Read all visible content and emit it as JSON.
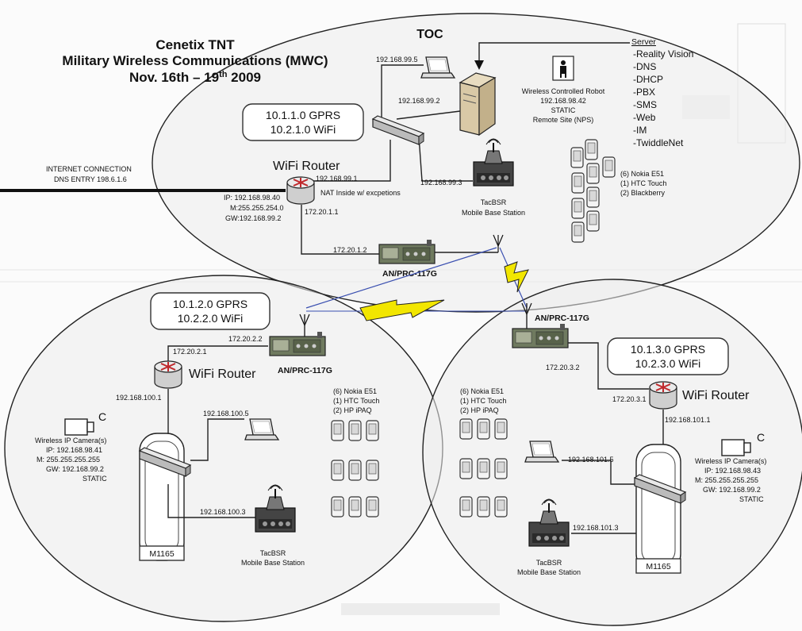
{
  "title": {
    "line1": "Cenetix TNT",
    "line2": "Military Wireless Communications (MWC)",
    "line3_prefix": "Nov. 16th – 19",
    "line3_sup": "th",
    "line3_suffix": " 2009"
  },
  "toc": {
    "label": "TOC",
    "subnet_gprs": "10.1.1.0 GPRS",
    "subnet_wifi": "10.2.1.0 WiFi",
    "laptop_ip": "192.168.99.5",
    "switch_ip": "192.168.99.2",
    "router_ip": "192.168.99.1",
    "tacbsr_ip": "192.168.99.3",
    "router_label": "WiFi Router",
    "router_details": [
      "IP: 192.168.98.40",
      "M:255.255.254.0",
      "GW:192.168.99.2"
    ],
    "nat": "NAT Inside w/ excpetions",
    "router_radio_ip": "172.20.1.1",
    "radio_ip": "172.20.1.2",
    "radio_label": "AN/PRC-117G",
    "tacbsr_label": [
      "TacBSR",
      "Mobile Base Station"
    ],
    "robot": [
      "Wireless Controlled Robot",
      "192.168.98.42",
      "STATIC",
      "Remote Site (NPS)"
    ],
    "phones": [
      "(6) Nokia E51",
      "(1) HTC Touch",
      "(2) Blackberry"
    ]
  },
  "internet": [
    "INTERNET CONNECTION",
    "DNS ENTRY 198.6.1.6"
  ],
  "server": {
    "heading": "Server",
    "items": [
      "-Reality Vision",
      "-DNS",
      "-DHCP",
      "-PBX",
      "-SMS",
      "-Web",
      "-IM",
      "-TwiddleNet"
    ]
  },
  "left": {
    "subnet_gprs": "10.1.2.0 GPRS",
    "subnet_wifi": "10.2.2.0 WiFi",
    "radio_ip_a": "172.20.2.2",
    "radio_ip_b": "172.20.2.1",
    "radio_label": "AN/PRC-117G",
    "router_label": "WiFi Router",
    "router_lan_ip": "192.168.100.1",
    "laptop_ip": "192.168.100.5",
    "tacbsr_ip": "192.168.100.3",
    "camera": [
      "Wireless IP Camera(s)",
      "IP: 192.168.98.41",
      "M: 255.255.255.255",
      "GW: 192.168.99.2",
      "STATIC"
    ],
    "camera_tag": "C",
    "vehicle": "M1165",
    "phones": [
      "(6) Nokia E51",
      "(1) HTC Touch",
      "(2) HP iPAQ"
    ],
    "tacbsr_label": [
      "TacBSR",
      "Mobile Base Station"
    ]
  },
  "right": {
    "subnet_gprs": "10.1.3.0 GPRS",
    "subnet_wifi": "10.2.3.0 WiFi",
    "radio_label": "AN/PRC-117G",
    "radio_ip": "172.20.3.2",
    "router_wan_ip": "172.20.3.1",
    "router_label": "WiFi Router",
    "router_lan_ip": "192.168.101.1",
    "laptop_ip": "192.168.101.5",
    "tacbsr_ip": "192.168.101.3",
    "camera": [
      "Wireless IP Camera(s)",
      "IP: 192.168.98.43",
      "M: 255.255.255.255",
      "GW: 192.168.99.2",
      "STATIC"
    ],
    "camera_tag": "C",
    "vehicle": "M1165",
    "phones": [
      "(6) Nokia E51",
      "(1) HTC Touch",
      "(2) HP iPAQ"
    ],
    "tacbsr_label": [
      "TacBSR",
      "Mobile Base Station"
    ]
  }
}
